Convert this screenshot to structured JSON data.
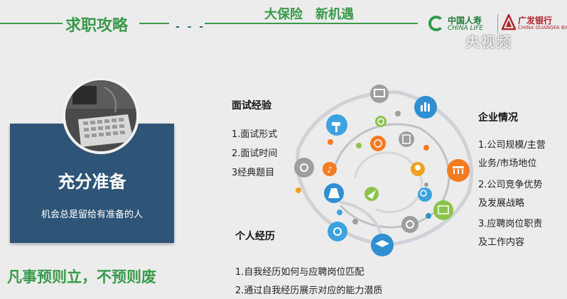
{
  "header": {
    "title": "求职攻略",
    "slogan": "大保险　新机遇",
    "dots": "- - -",
    "logo_china_life_cn": "中国人寿",
    "logo_china_life_en": "CHINA LIFE",
    "logo_cgb_cn": "广发银行",
    "logo_cgb_en": "CHINA GUANGFA BANK",
    "watermark": "央视频"
  },
  "card": {
    "title": "充分准备",
    "subtitle": "机会总是留给有准备的人"
  },
  "motto": "凡事预则立，不预则废",
  "interview": {
    "title": "面试经验",
    "items": [
      "1.面试形式",
      "2.面试时间",
      "3经典题目"
    ]
  },
  "company": {
    "title": "企业情况",
    "items": [
      "1.公司规模/主营",
      "业务/市场地位",
      "2.公司竞争优势",
      "及发展战略",
      "3.应聘岗位职责",
      "及工作内容"
    ]
  },
  "personal": {
    "title": "个人经历",
    "items": [
      "1.自我经历如何与应聘岗位匹配",
      "2.通过自我经历展示对应的能力潜质"
    ]
  },
  "colors": {
    "green": "#3a9a4a",
    "card_blue": "#2e5577",
    "icon_colors": [
      "#2f8fd1",
      "#f0a020",
      "#3da3e0",
      "#f47b20",
      "#8bc34a",
      "#9e9e9e"
    ]
  }
}
